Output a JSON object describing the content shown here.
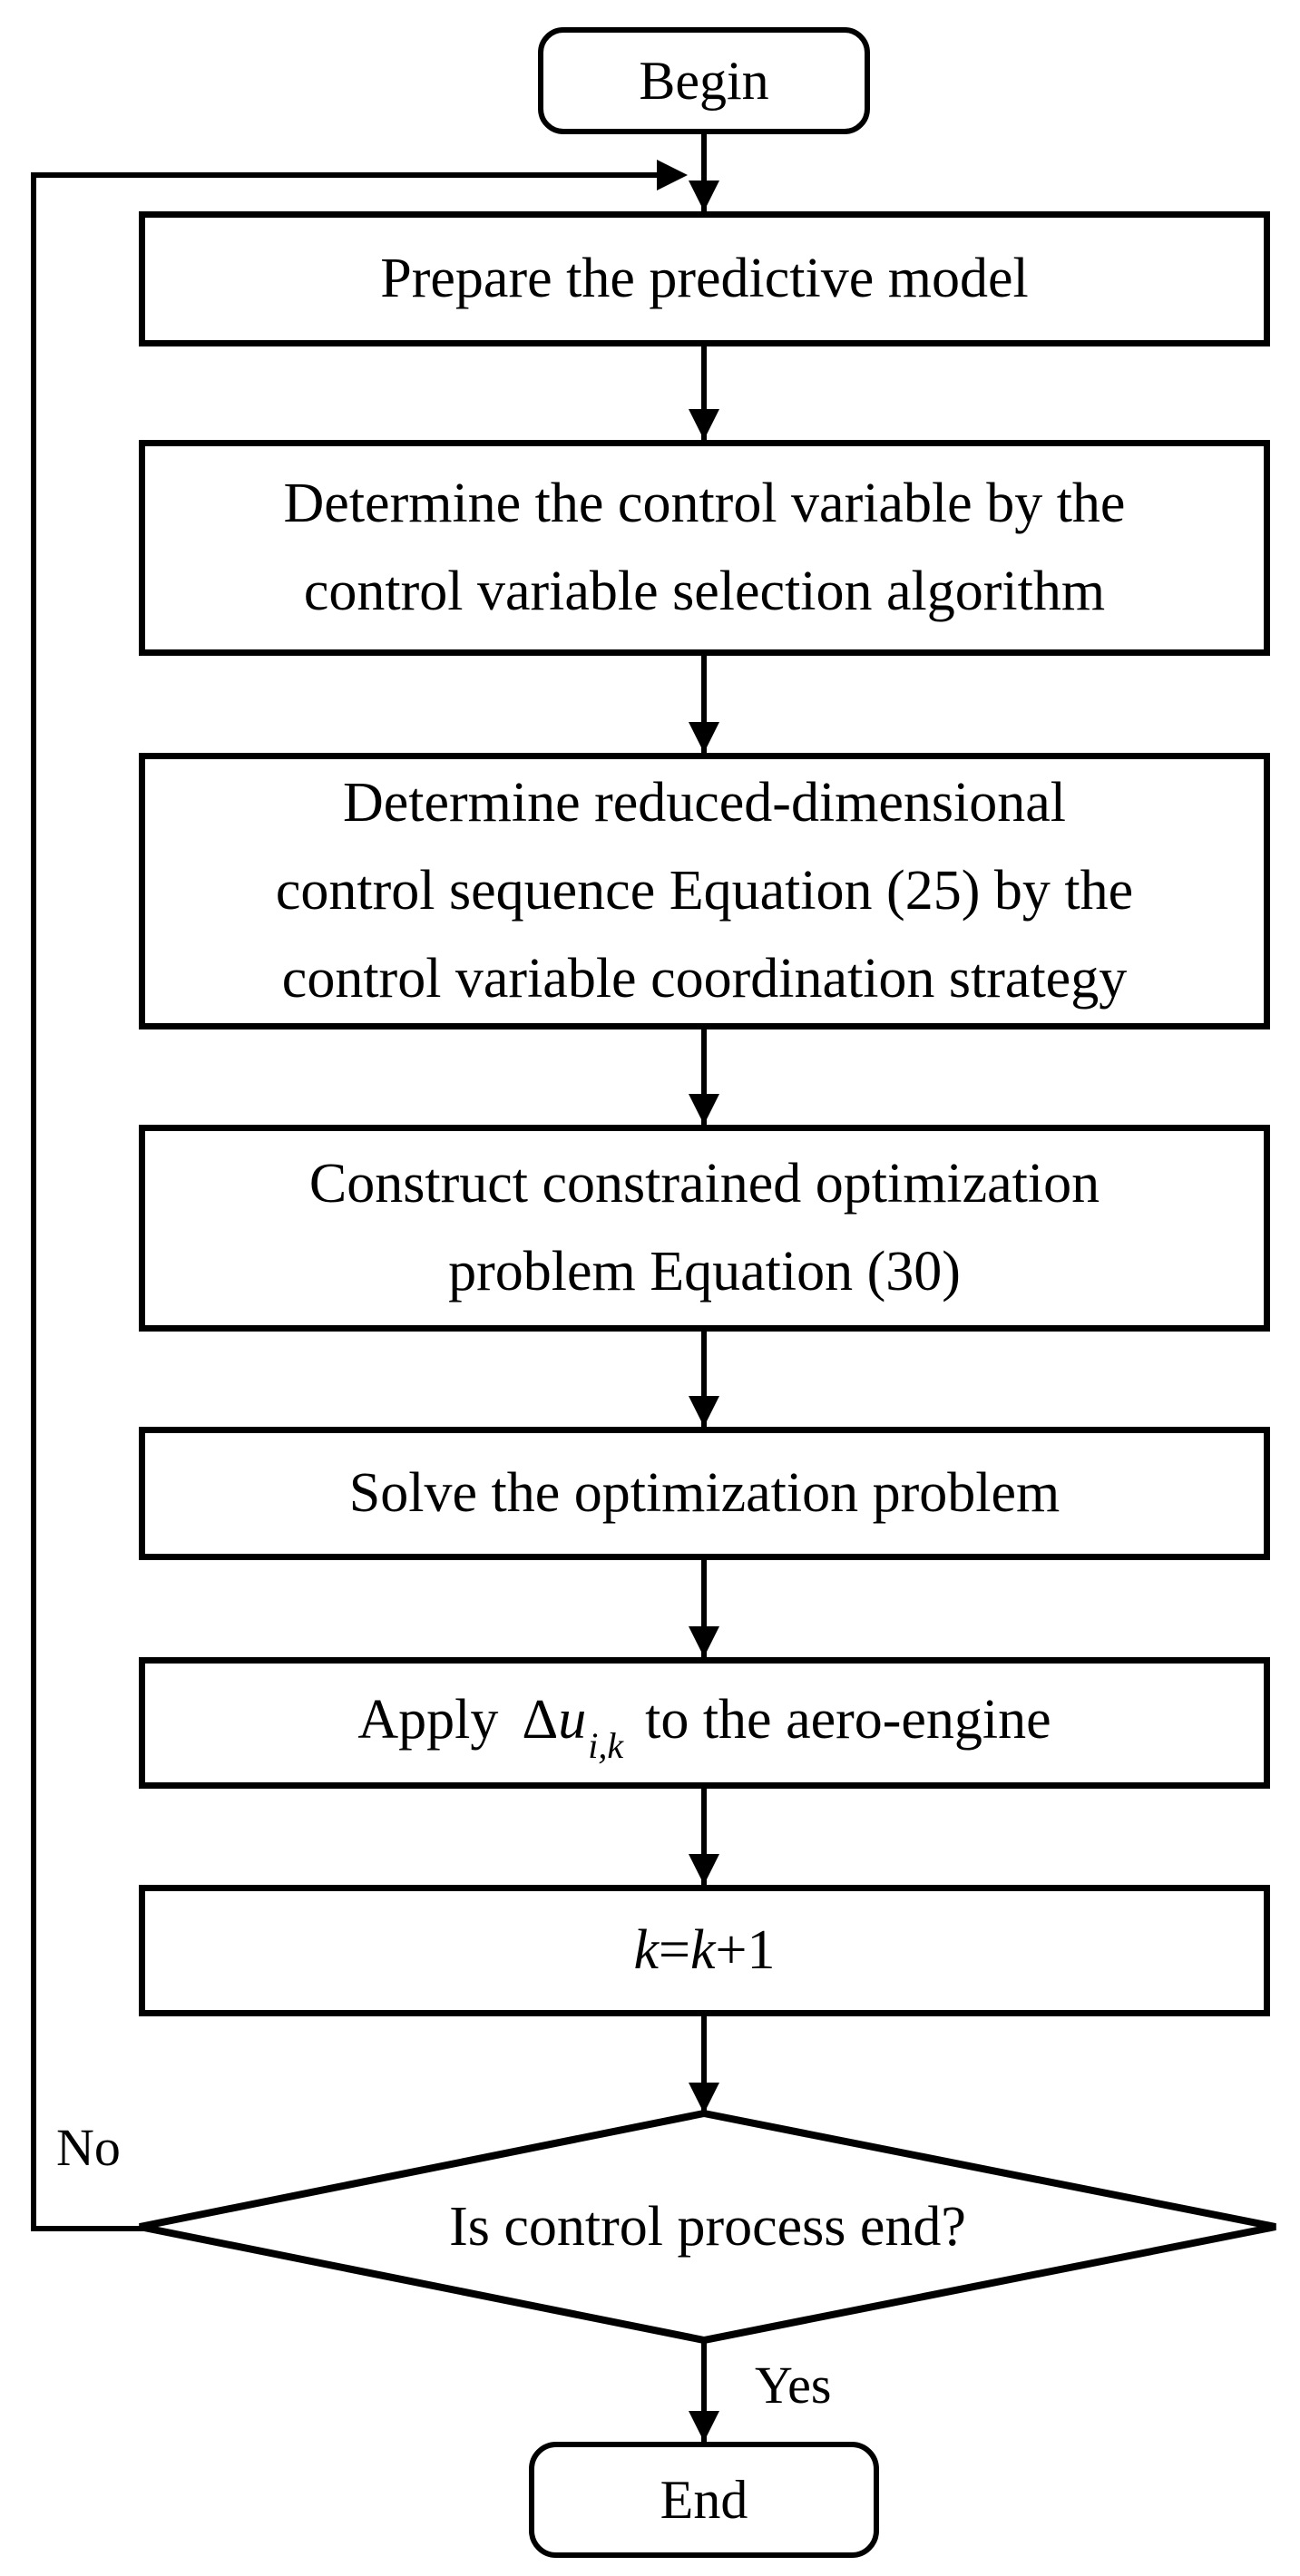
{
  "nodes": {
    "begin": {
      "label": "Begin"
    },
    "prepare": {
      "label": "Prepare the predictive model"
    },
    "determine_cv": {
      "lines": [
        "Determine the control variable by the",
        "control variable selection algorithm"
      ]
    },
    "reduced_seq": {
      "lines": [
        "Determine reduced-dimensional",
        "control sequence Equation (25) by the",
        "control variable coordination strategy"
      ]
    },
    "construct": {
      "lines": [
        "Construct constrained optimization",
        "problem Equation (30)"
      ]
    },
    "solve": {
      "label": "Solve the optimization problem"
    },
    "apply": {
      "prefix": "Apply",
      "delta": "Δ",
      "var": "u",
      "sub": "i,k",
      "suffix": "to the aero-engine"
    },
    "k_update": {
      "k1": "k",
      "eq": "=",
      "k2": "k",
      "inc": "+1"
    },
    "decision": {
      "label": "Is control process end?"
    },
    "end": {
      "label": "End"
    }
  },
  "edges": {
    "no_label": "No",
    "yes_label": "Yes"
  },
  "colors": {
    "stroke": "#000000",
    "background": "#ffffff",
    "text": "#000000"
  }
}
